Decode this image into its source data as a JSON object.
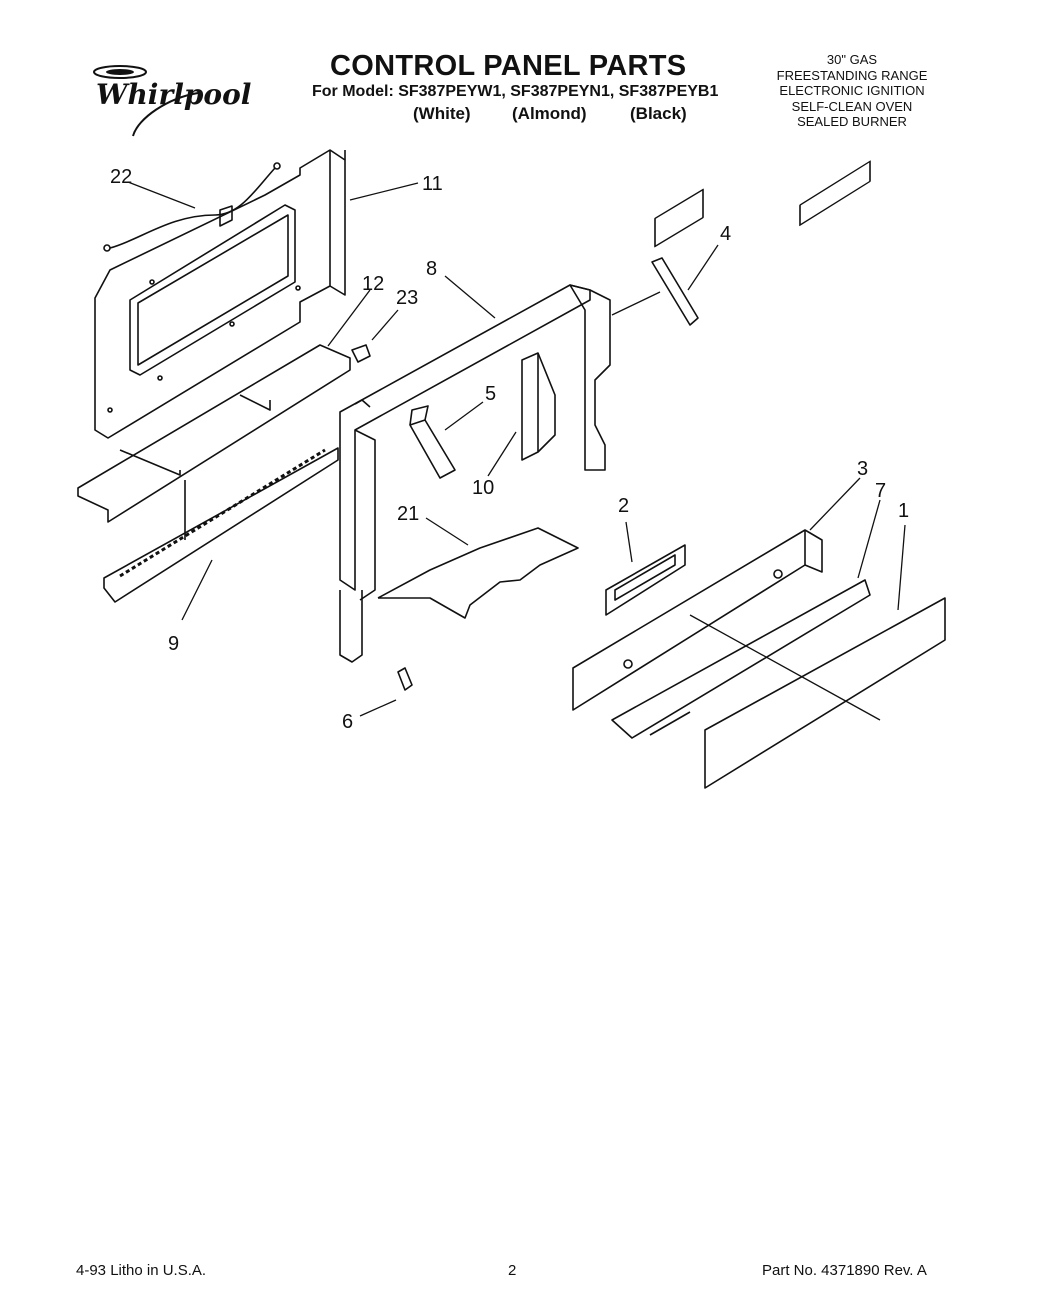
{
  "header": {
    "brand": "Whirlpool",
    "title": "CONTROL PANEL PARTS",
    "models": "For Model: SF387PEYW1, SF387PEYN1, SF387PEYB1",
    "colors": [
      "(White)",
      "(Almond)",
      "(Black)"
    ],
    "product_description": [
      "30\" GAS",
      "FREESTANDING RANGE",
      "ELECTRONIC IGNITION",
      "SELF-CLEAN OVEN",
      "SEALED BURNER"
    ]
  },
  "callouts": [
    "22",
    "11",
    "8",
    "4",
    "12",
    "23",
    "5",
    "10",
    "3",
    "7",
    "1",
    "2",
    "21",
    "9",
    "6"
  ],
  "footer": {
    "left": "4-93  Litho in U.S.A.",
    "page": "2",
    "part_number": "Part No. 4371890 Rev. A"
  }
}
